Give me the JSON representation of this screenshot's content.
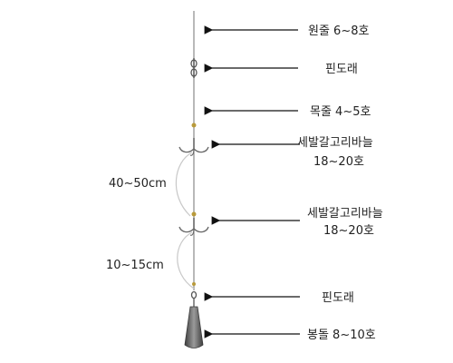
{
  "labels": {
    "main_line": "원줄 6~8호",
    "swivel_top": "핀도래",
    "leader_line": "목줄 4~5호",
    "hook_upper_line1": "세발갈고리바늘",
    "hook_upper_line2": "18~20호",
    "hook_lower_line1": "세발갈고리바늘",
    "hook_lower_line2": "18~20호",
    "swivel_bottom": "핀도래",
    "sinker": "봉돌 8~10호"
  },
  "dimensions": {
    "upper_span": "40~50cm",
    "lower_span": "10~15cm"
  },
  "colors": {
    "line": "#8a8a8a",
    "arrow": "#111111",
    "bracket": "#c8c8c8",
    "bead": "#b89a3a",
    "sinker": "#5a5a5a"
  }
}
